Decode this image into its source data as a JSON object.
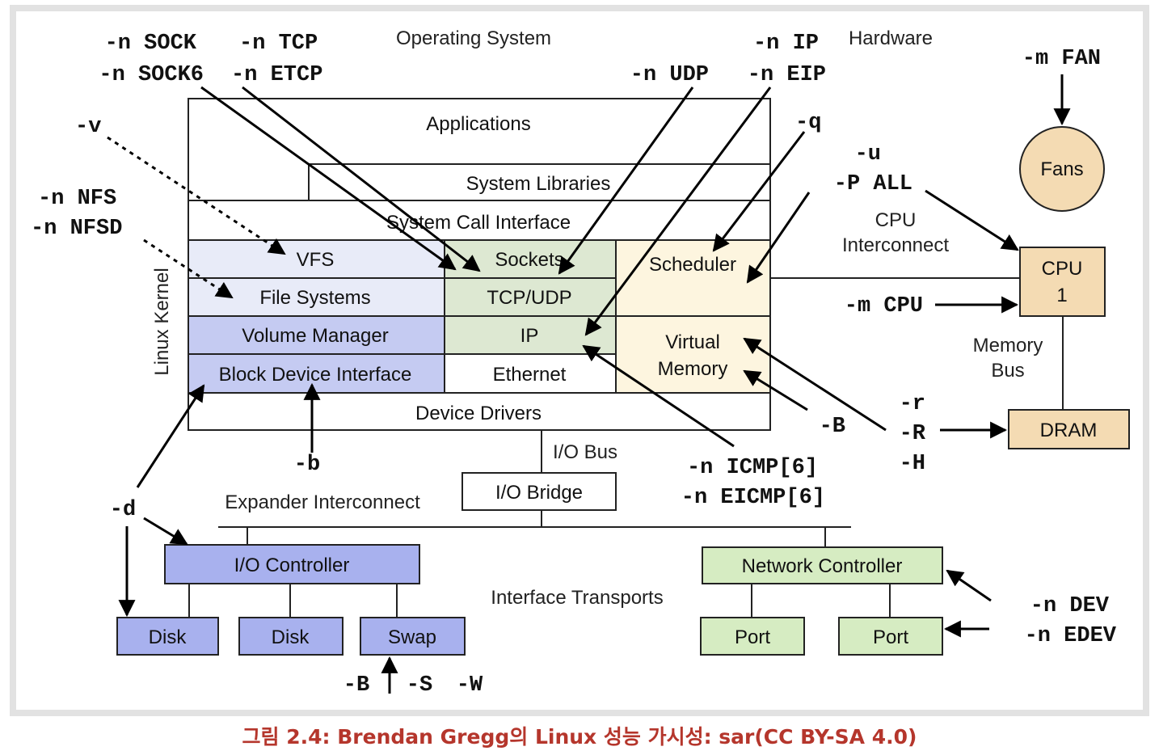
{
  "caption": "그림 2.4: Brendan Gregg의 Linux 성능 가시성: sar(CC BY-SA 4.0)",
  "colors": {
    "file_layer": "#e8ebf8",
    "block_layer": "#c5cbf2",
    "block_device": "#a8b1ee",
    "net_layer": "#dde8d2",
    "net_device": "#d6ecc2",
    "cpu_layer": "#fdf5df",
    "hardware": "#f4dbb3",
    "caption": "#b5362c"
  },
  "sections": {
    "os": "Operating System",
    "hardware": "Hardware",
    "linux_kernel": "Linux Kernel",
    "cpu_interconnect": [
      "CPU",
      "Interconnect"
    ],
    "memory_bus": [
      "Memory",
      "Bus"
    ],
    "io_bus": "I/O Bus",
    "expander": "Expander Interconnect",
    "transports": "Interface Transports"
  },
  "boxes": {
    "applications": "Applications",
    "system_libraries": "System Libraries",
    "syscall": "System Call Interface",
    "vfs": "VFS",
    "file_systems": "File Systems",
    "volume_manager": "Volume Manager",
    "block_device_interface": "Block Device Interface",
    "sockets": "Sockets",
    "tcp_udp": "TCP/UDP",
    "ip": "IP",
    "ethernet": "Ethernet",
    "scheduler": "Scheduler",
    "virtual_memory": [
      "Virtual",
      "Memory"
    ],
    "device_drivers": "Device Drivers",
    "io_bridge": "I/O Bridge",
    "io_controller": "I/O Controller",
    "disk_1": "Disk",
    "disk_2": "Disk",
    "swap": "Swap",
    "network_controller": "Network Controller",
    "port_1": "Port",
    "port_2": "Port",
    "fans": "Fans",
    "cpu": [
      "CPU",
      "1"
    ],
    "dram": "DRAM"
  },
  "options": {
    "sock": [
      "-n SOCK",
      "-n SOCK6"
    ],
    "tcp": [
      "-n TCP",
      "-n ETCP"
    ],
    "udp": "-n UDP",
    "ip": [
      "-n IP",
      "-n EIP"
    ],
    "fan": "-m FAN",
    "v": "-v",
    "nfs": [
      "-n NFS",
      "-n NFSD"
    ],
    "q": "-q",
    "u_p": [
      "-u",
      "-P ALL"
    ],
    "m_cpu": "-m CPU",
    "mem": [
      "-r",
      "-R",
      "-H"
    ],
    "b_upper": "-B",
    "icmp": [
      "-n ICMP[6]",
      "-n EICMP[6]"
    ],
    "b_lower": "-b",
    "d": "-d",
    "swap": [
      "-B",
      "-S",
      "-W"
    ],
    "dev": [
      "-n DEV",
      "-n EDEV"
    ]
  }
}
